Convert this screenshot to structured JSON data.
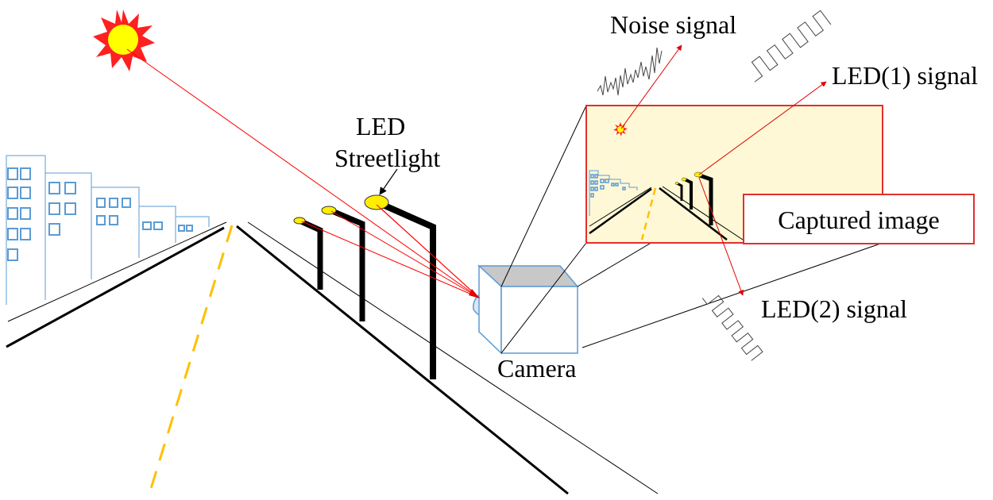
{
  "labels": {
    "noise_signal": "Noise signal",
    "led1_signal": "LED(1) signal",
    "led2_signal": "LED(2) signal",
    "led_streetlight_line1": "LED",
    "led_streetlight_line2": "Streetlight",
    "captured_image": "Captured image",
    "camera": "Camera"
  },
  "colors": {
    "signal_ray": "#ff0000",
    "sun_rays": "#ff2020",
    "sun_core": "#ffff00",
    "building_outline": "#5b9bd5",
    "captured_image_bg": "#fff8d6",
    "captured_image_border": "#e03030",
    "lane_marking": "#ffc000",
    "camera_top": "#c8c8c8",
    "lamp_head": "#ffee00"
  },
  "icons": {
    "sun": "sun-icon",
    "camera": "camera-icon",
    "streetlight": "streetlight-icon"
  }
}
